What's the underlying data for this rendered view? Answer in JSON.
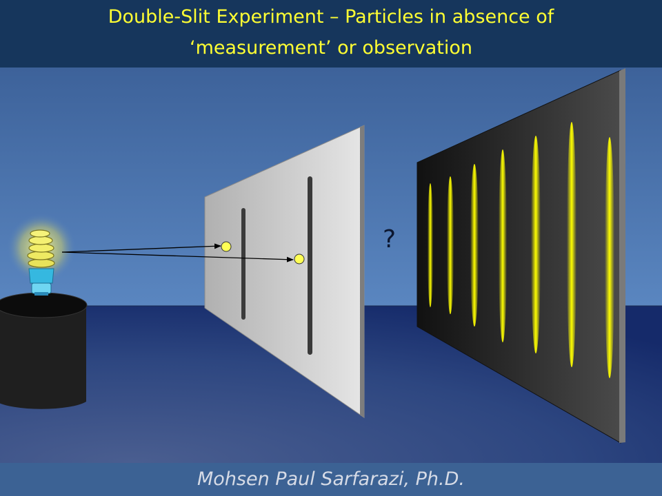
{
  "slide": {
    "title_line_1": "Double-Slit Experiment – Particles in absence of",
    "title_line_2": "‘measurement’ or observation",
    "question_mark": "?",
    "author": "Mohsen Paul Sarfarazi, Ph.D."
  },
  "colors": {
    "title_text": "#ffff33",
    "title_bar": "#16365c",
    "footer_bar": "#3c6294",
    "wall_top": "#4a6ea3",
    "floor": "#27417a",
    "particle": "#ffff55",
    "fringe": "#ffff00",
    "detector_screen": "#222222",
    "slit_barrier": "#c8c8c8"
  },
  "icons": {
    "source": "cfl-light-bulb-icon",
    "pedestal": "cylinder-pedestal",
    "particle": "particle-dot"
  }
}
